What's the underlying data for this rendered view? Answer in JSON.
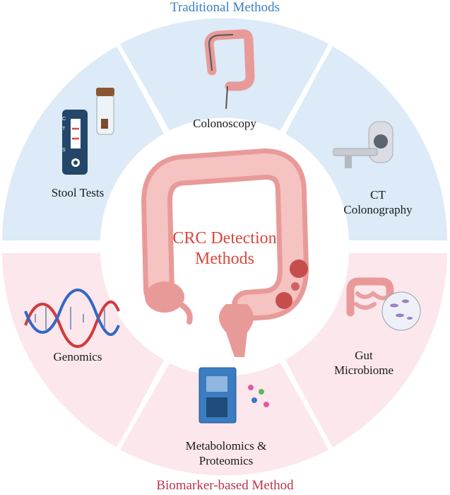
{
  "traditional_title": "Traditional Methods",
  "biomarker_title": "Biomarker-based Method",
  "center": {
    "line1": "CRC Detection",
    "line2": "Methods"
  },
  "segments": {
    "colonoscopy": "Colonoscopy",
    "ct_line1": "CT",
    "ct_line2": "Colonography",
    "stool": "Stool Tests",
    "genomics": "Genomics",
    "gut_line1": "Gut",
    "gut_line2": "Microbiome",
    "meta_line1": "Metabolomics &",
    "meta_line2": "Proteomics"
  },
  "stool_kit": {
    "c": "C",
    "t": "T",
    "s": "S"
  },
  "colors": {
    "traditional_fill": "#ddeaf7",
    "biomarker_fill": "#fbe7ec",
    "traditional_text": "#3a7fc4",
    "biomarker_text": "#c0344a",
    "center_text": "#d8473e",
    "colon": "#eda3a1"
  }
}
